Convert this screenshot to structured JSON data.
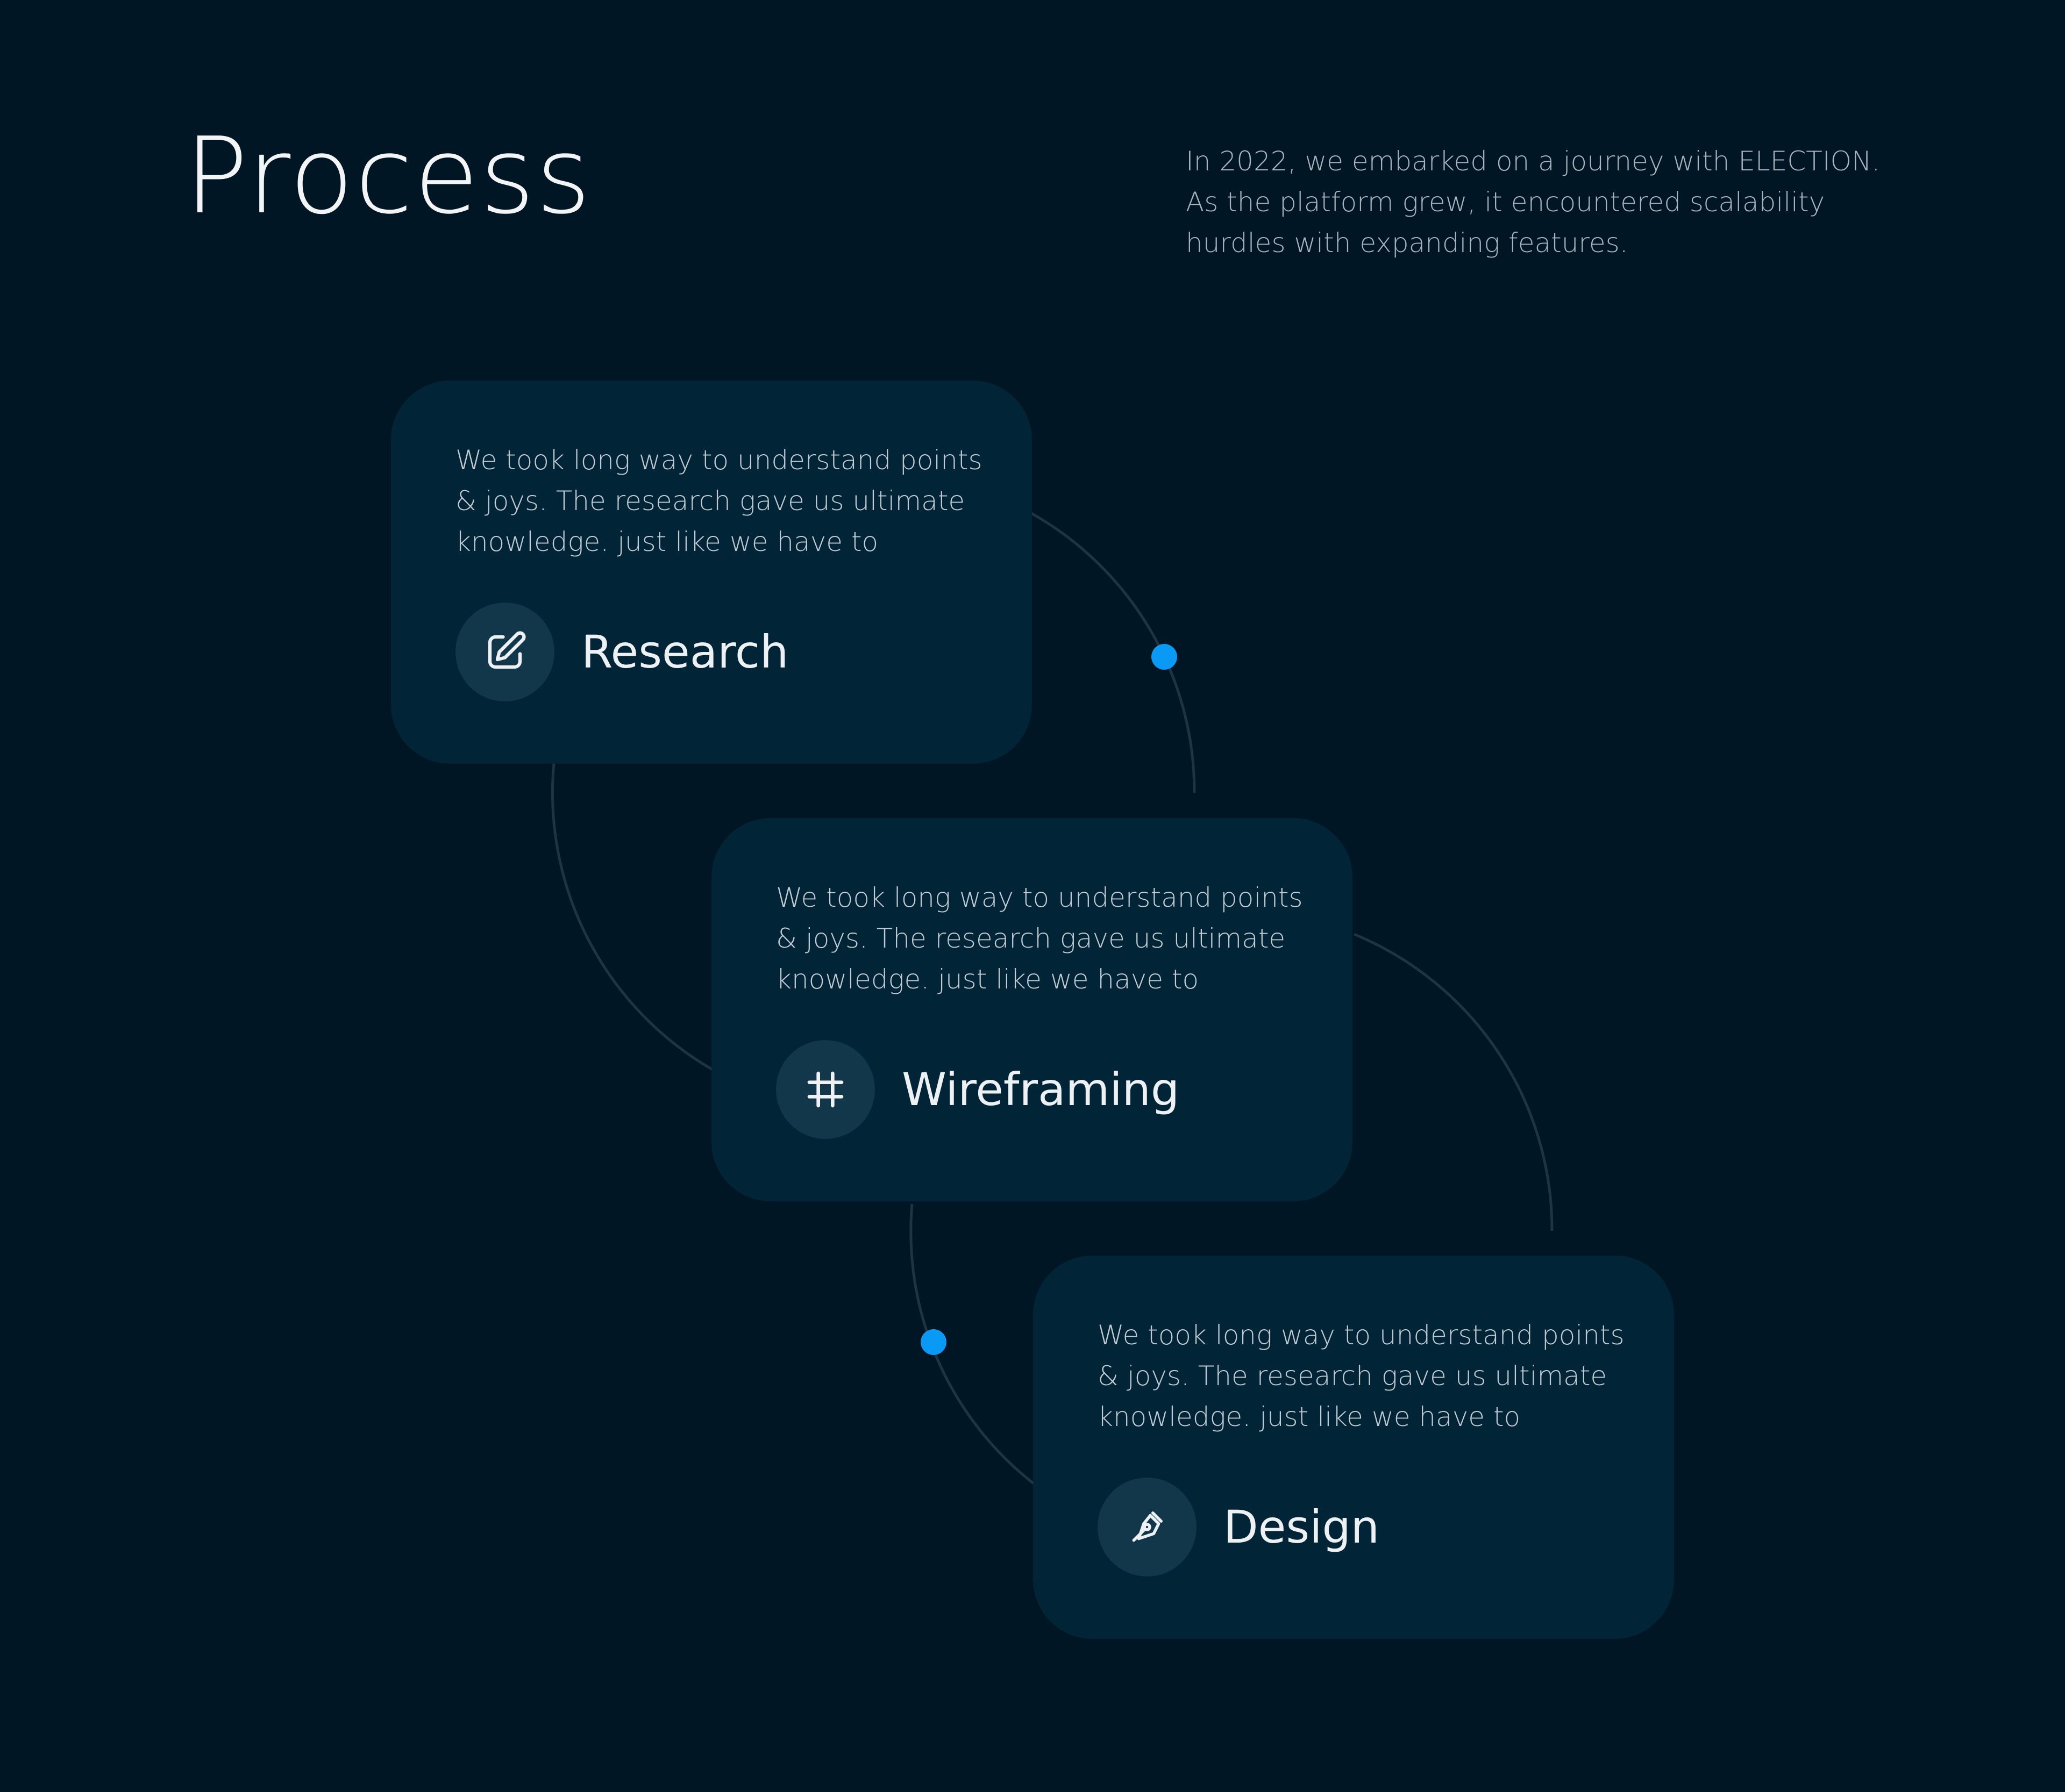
{
  "header": {
    "title": "Process",
    "intro": "In 2022, we embarked on a journey with ELECTION. As the platform grew, it encountered scalability hurdles with expanding features."
  },
  "steps": [
    {
      "title": "Research",
      "description": "We took long way to understand points & joys. The research gave us ultimate knowledge. just like we have to",
      "icon": "edit-icon"
    },
    {
      "title": "Wireframing",
      "description": "We took long way to understand points & joys. The research gave us ultimate knowledge. just like we have to",
      "icon": "frame-icon"
    },
    {
      "title": "Design",
      "description": "We took long way to understand points & joys. The research gave us ultimate knowledge. just like we have to",
      "icon": "pen-tool-icon"
    }
  ],
  "colors": {
    "background": "#011624",
    "card": "#012437",
    "icon_circle": "#13374a",
    "accent_dot": "#0a9af5",
    "connector": "#1e3442"
  }
}
